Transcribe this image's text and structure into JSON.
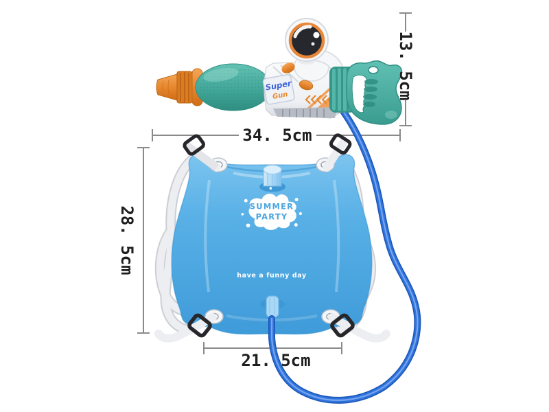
{
  "product_labels": {
    "gun_sticker_line1": "Super",
    "gun_sticker_line2": "Gun",
    "tank_logo_line1": "SUMMER",
    "tank_logo_line2": "PARTY",
    "tank_tagline": "have a funny day"
  },
  "dimensions": {
    "overall_length": {
      "label": "34. 5cm"
    },
    "gun_height": {
      "label": "13. 5cm"
    },
    "tank_height": {
      "label": "28. 5cm"
    },
    "tank_width": {
      "label": "21. 5cm"
    }
  },
  "colors": {
    "teal": "#47ab9e",
    "teal_dark": "#2f8e82",
    "orange": "#e8872e",
    "gun_body_white": "#f2f3f5",
    "tank_blue": "#55aee4",
    "tank_blue_dark": "#2d8fd2",
    "logo_text_blue": "#4aa6e0",
    "strap_white": "#eceef1",
    "buckle_black": "#27272b",
    "tube_blue": "#2f73dd",
    "dimension_line_gray": "#8a8a8a",
    "dimension_text_black": "#1e1e1e",
    "background": "#ffffff"
  }
}
